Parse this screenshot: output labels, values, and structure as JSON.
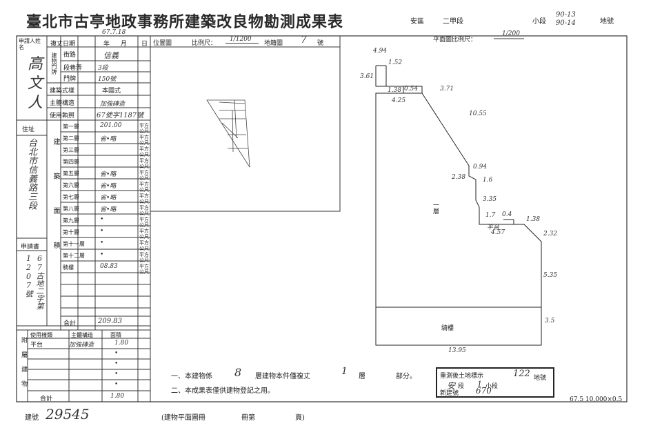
{
  "header": {
    "title": "臺北市古亭地政事務所建築改良物勘測成果表",
    "district": "安區",
    "section": "二甲段",
    "subsection_label": "小段",
    "lot_numbers": [
      "90-13",
      "90-14"
    ],
    "lot_label": "地號"
  },
  "left_panel": {
    "applicant_label": "申請人姓名",
    "applicant_name": "高文人",
    "address_label": "住址",
    "address_value": "台北市信義路三段",
    "applicant_doc_label": "申請書",
    "applicant_doc_value": "67古地二字第1207號",
    "survey_date_label": "複丈日期",
    "survey_date_value": "67.7.18",
    "date_units": [
      "年",
      "月",
      "日"
    ],
    "street_label": "街路",
    "street_value": "信義",
    "section_lane_label": "段巷弄",
    "section_lane_value": "3段",
    "door_label": "門牌",
    "door_value": "150號",
    "building_plate_label": "建物門牌",
    "structure_style_label": "建築式樣",
    "structure_style_value": "本國式",
    "main_structure_label": "主體構造",
    "main_structure_value": "加強磚造",
    "permit_label": "使用執照",
    "permit_value": "67使字1187號",
    "floor_area_side_label": "建築面積",
    "floors": [
      {
        "label": "第一層",
        "value": "201.00"
      },
      {
        "label": "第二層",
        "value": "省•略"
      },
      {
        "label": "第三層",
        "value": ""
      },
      {
        "label": "第四層",
        "value": ""
      },
      {
        "label": "第五層",
        "value": "省•略"
      },
      {
        "label": "第六層",
        "value": "省•略"
      },
      {
        "label": "第七層",
        "value": "省•略"
      },
      {
        "label": "第八層",
        "value": "省•略"
      },
      {
        "label": "第九層",
        "value": "•"
      },
      {
        "label": "第十層",
        "value": "•"
      },
      {
        "label": "第十一層",
        "value": "•"
      },
      {
        "label": "第十二層",
        "value": "•"
      },
      {
        "label": "騎樓",
        "value": "08.83"
      }
    ],
    "area_unit": "平方公尺",
    "total_label": "合計",
    "total_value": "209.83",
    "appendage_label": "附屬建物",
    "appendage_columns": [
      "使用樣類",
      "主體構造",
      "面積"
    ],
    "appendage_rows": [
      {
        "use": "平台",
        "structure": "加強磚造",
        "area": "1.80"
      },
      {
        "use": "",
        "structure": "",
        "area": "•"
      },
      {
        "use": "",
        "structure": "",
        "area": "•"
      },
      {
        "use": "",
        "structure": "",
        "area": "•"
      },
      {
        "use": "",
        "structure": "",
        "area": "•"
      }
    ],
    "appendage_total_label": "合計",
    "appendage_total_value": "1.80"
  },
  "location_map": {
    "label": "位置圖",
    "scale_label": "比例尺：",
    "scale_value": "1/1200",
    "map_label": "地籍圖",
    "map_number": "7",
    "map_unit": "號"
  },
  "plan": {
    "scale_label": "平面圖比例尺：",
    "scale_value": "1/200",
    "floor_label": "一層",
    "arcade_label": "騎樓",
    "dimensions": [
      "4.94",
      "1.52",
      "3.61",
      "1.38",
      "0.54",
      "3.71",
      "4.25",
      "10.55",
      "0.94",
      "2.38",
      "1.6",
      "3.35",
      "1.7",
      "0.4",
      "1.38",
      "4.57",
      "2.32",
      "5.35",
      "3.5",
      "13.95",
      "平台"
    ]
  },
  "notes": {
    "line1_prefix": "一、本建物係",
    "line1_floors": "8",
    "line1_mid": "層建物本件僅複丈",
    "line1_value": "1",
    "line1_suffix": "層",
    "line1_part": "部分。",
    "line2": "二、本成果表僅供建物登記之用。"
  },
  "stamp": {
    "line1": "重測後土地標示",
    "district": "安",
    "section_label": "段",
    "subsection_value": "1",
    "subsection_label": "小段",
    "lot_value": "122",
    "lot_label": "地號",
    "new_number_label": "新建號",
    "new_number_value": "670"
  },
  "footer": {
    "building_no_label": "建號",
    "building_no_value": "29545",
    "volume_text": "(建物平面圖冊",
    "volume_label": "冊第",
    "page_label": "頁)",
    "code": "67.5 10,000×0.5"
  }
}
